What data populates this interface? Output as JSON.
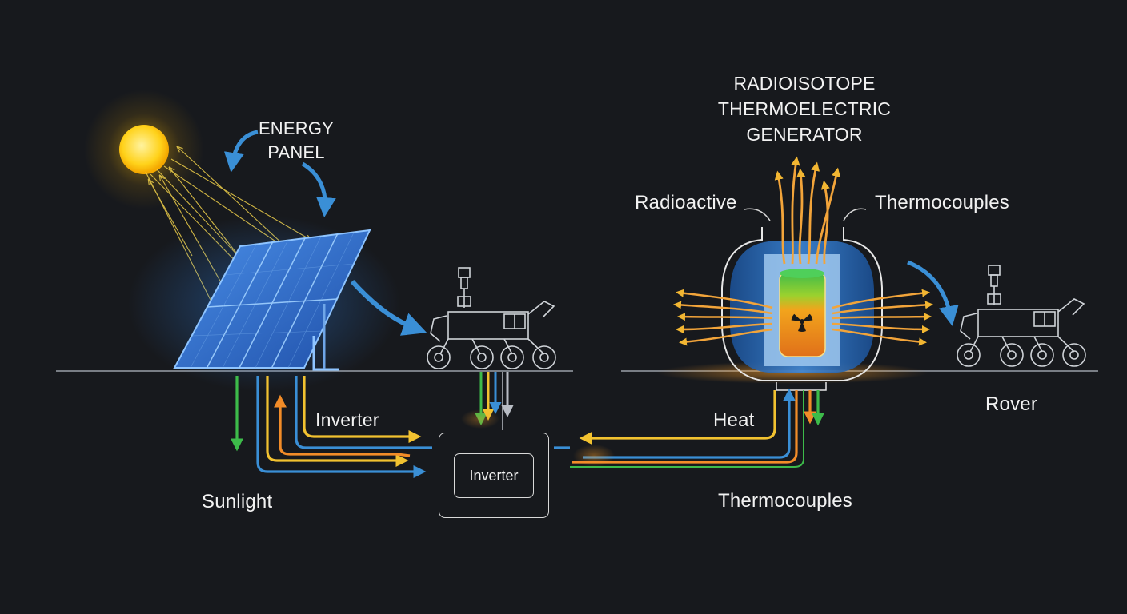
{
  "labels": {
    "energy_panel": "ENERGY\nPANEL",
    "rtg": "RADIOISOTOPE\nTHERMOELECTRIC\nGENERATOR",
    "radioactive": "Radioactive",
    "thermocouples_top": "Thermocouples",
    "inverter_left": "Inverter",
    "inverter_box": "Inverter",
    "sunlight": "Sunlight",
    "heat": "Heat",
    "thermocouples_bottom": "Thermocouples",
    "rover": "Rover"
  },
  "colors": {
    "background": "#17191d",
    "arrow_blue": "#3a8fd6",
    "arrow_yellow": "#f2c230",
    "arrow_orange": "#f28c28",
    "arrow_green": "#3dbb4a",
    "sun": "#ffd21a",
    "panel": "#2f6fcf",
    "rtg_shell": "#2a6fc0",
    "fuel_core": "#e08a12",
    "wire_grey": "#b8bcc4"
  },
  "icons": [
    "sun-icon",
    "solar-panel-icon",
    "rover-icon",
    "rtg-icon",
    "radiation-symbol-icon"
  ]
}
